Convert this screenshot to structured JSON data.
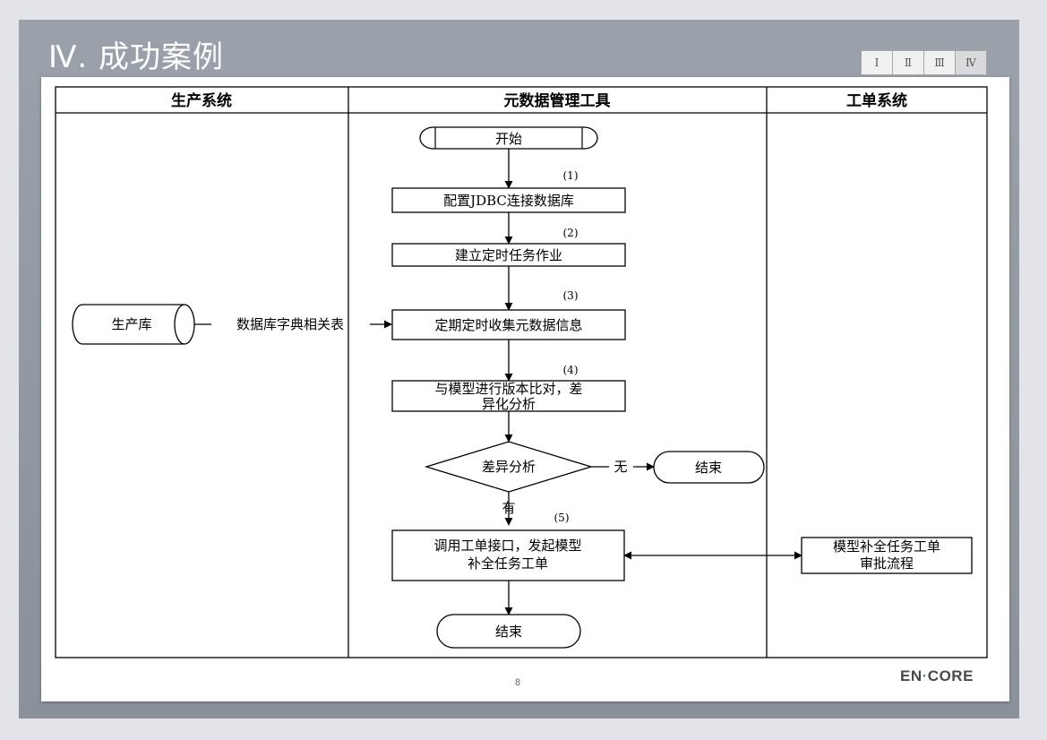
{
  "slide": {
    "title": "Ⅳ. 成功案例",
    "nav": [
      "Ⅰ",
      "Ⅱ",
      "Ⅲ",
      "Ⅳ"
    ],
    "active_nav": 3,
    "page_number": "8",
    "logo": {
      "left": "EN",
      "dot": "·",
      "right": "CORE"
    }
  },
  "lanes": {
    "production": "生产系统",
    "metadata": "元数据管理工具",
    "workorder": "工单系统"
  },
  "flow": {
    "start": "开始",
    "step1_num": "(1)",
    "step1": "配置JDBC连接数据库",
    "step2_num": "(2)",
    "step2": "建立定时任务作业",
    "step3_num": "(3)",
    "step3": "定期定时收集元数据信息",
    "step4_num": "(4)",
    "step4_line1": "与模型进行版本比对，差",
    "step4_line2": "异化分析",
    "decision": "差异分析",
    "no_label": "无",
    "yes_label": "有",
    "end_right": "结束",
    "step5_num": "(5)",
    "step5_line1": "调用工单接口，发起模型",
    "step5_line2": "补全任务工单",
    "end": "结束"
  },
  "production": {
    "db": "生产库",
    "link_label": "数据库字典相关表"
  },
  "workorder": {
    "box_line1": "模型补全任务工单",
    "box_line2": "审批流程"
  }
}
